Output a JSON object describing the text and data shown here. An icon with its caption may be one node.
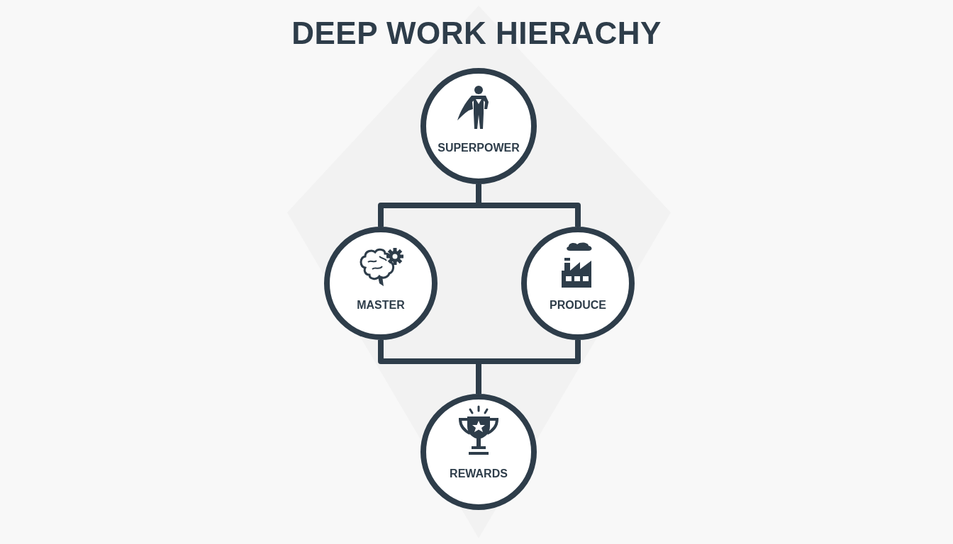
{
  "diagram": {
    "title": "DEEP WORK HIERACHY",
    "nodes": [
      {
        "text": [
          "SUPERPOWER"
        ]
      },
      {
        "text": [
          "MASTER"
        ]
      },
      {
        "text": [
          "PRODUCE"
        ]
      },
      {
        "text": [
          "REWARDS"
        ]
      }
    ],
    "edges": [
      {
        "from": 0,
        "to": 1,
        "arrow": "none"
      },
      {
        "from": 0,
        "to": 2,
        "arrow": "none"
      },
      {
        "from": 1,
        "to": 3,
        "arrow": "none"
      },
      {
        "from": 2,
        "to": 3,
        "arrow": "none"
      }
    ]
  }
}
